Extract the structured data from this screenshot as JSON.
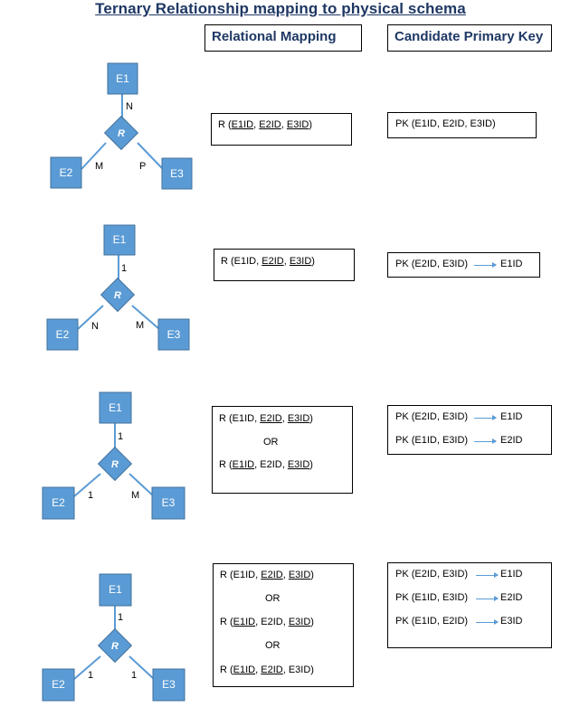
{
  "title": "Ternary Relationship mapping to physical schema",
  "headers": {
    "relational": "Relational Mapping",
    "candidate": "Candidate Primary Key"
  },
  "entities": {
    "e1": "E1",
    "e2": "E2",
    "e3": "E3",
    "r": "R"
  },
  "diagrams": [
    {
      "card_e1": "N",
      "card_e2": "M",
      "card_e3": "P"
    },
    {
      "card_e1": "1",
      "card_e2": "N",
      "card_e3": "M"
    },
    {
      "card_e1": "1",
      "card_e2": "1",
      "card_e3": "M"
    },
    {
      "card_e1": "1",
      "card_e2": "1",
      "card_e3": "1"
    }
  ],
  "rows": [
    {
      "mapping": [
        "R (E1ID, E2ID, E3ID)"
      ],
      "pk": [
        {
          "key": "PK (E1ID, E2ID, E3ID)"
        }
      ]
    },
    {
      "mapping": [
        "R (E1ID, E2ID, E3ID)"
      ],
      "pk": [
        {
          "key": "PK (E2ID, E3ID)",
          "target": "E1ID"
        }
      ]
    },
    {
      "mapping": [
        "R (E1ID, E2ID, E3ID)",
        "OR",
        "R (E1ID, E2ID, E3ID)"
      ],
      "pk": [
        {
          "key": "PK (E2ID, E3ID)",
          "target": "E1ID"
        },
        {
          "key": "PK (E1ID, E3ID)",
          "target": "E2ID"
        }
      ]
    },
    {
      "mapping": [
        "R (E1ID, E2ID, E3ID)",
        "OR",
        "R (E1ID, E2ID, E3ID)",
        "OR",
        "R (E1ID, E2ID, E3ID)"
      ],
      "pk": [
        {
          "key": "PK (E2ID, E3ID)",
          "target": "E1ID"
        },
        {
          "key": "PK (E1ID, E3ID)",
          "target": "E2ID"
        },
        {
          "key": "PK (E1ID, E2ID)",
          "target": "E3ID"
        }
      ]
    }
  ]
}
